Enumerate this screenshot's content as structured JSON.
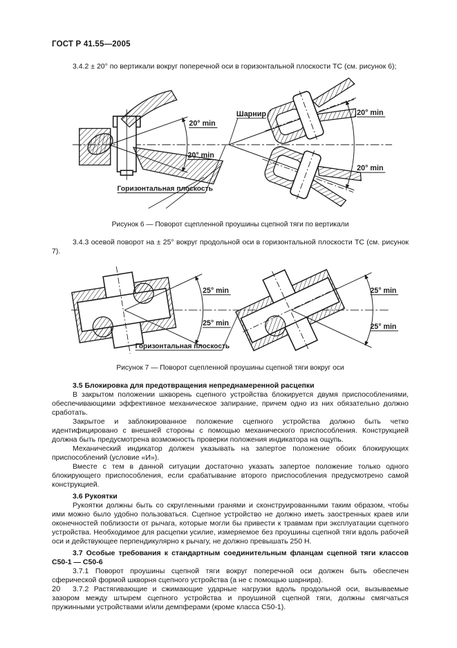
{
  "document": {
    "header": "ГОСТ Р 41.55—2005",
    "page_number": "20",
    "paragraphs": {
      "p_3_4_2": "3.4.2  ± 20° по вертикали вокруг поперечной оси в горизонтальной плоскости ТС (см. рисунок 6);",
      "p_3_4_3": "3.4.3  осевой поворот на ± 25° вокруг продольной оси в горизонтальной плоскости ТС (см. рисунок 7).",
      "h_3_5": "3.5  Блокировка для предотвращения непреднамеренной расцепки",
      "p_3_5_1": "В закрытом положении шкворень сцепного устройства блокируется двумя приспособлениями, обеспечивающими эффективное механическое запирание, причем одно из них обязательно должно сработать.",
      "p_3_5_2": "Закрытое и заблокированное положение сцепного устройства должно быть четко идентифицировано с внешней стороны с помощью механического приспособления. Конструкцией должна быть предусмотрена возможность проверки положения индикатора на ощупь.",
      "p_3_5_3": "Механический индикатор должен указывать на запертое положение обоих блокирующих приспособлений (условие «И»).",
      "p_3_5_4": "Вместе с тем в данной ситуации достаточно указать запертое положение только одного блокирующего приспособления, если срабатывание второго приспособления предусмотрено самой конструкцией.",
      "h_3_6": "3.6  Рукоятки",
      "p_3_6_1": "Рукоятки должны быть со скругленными гранями и сконструированными таким образом, чтобы ими можно было удобно пользоваться. Сцепное устройство не должно иметь заостренных краев или оконечностей поблизости от рычага, которые могли бы привести к травмам при эксплуатации сцепного устройства. Необходимое для расцепки усилие, измеряемое без проушины сцепной тяги вдоль рабочей оси и действующее перпендикулярно к рычагу, не должно превышать 250 Н.",
      "h_3_7": "3.7  Особые требования к стандартным соединительным фланцам сцепной тяги классов С50-1 — С50-6",
      "p_3_7_1": "3.7.1  Поворот проушины сцепной тяги вокруг поперечной оси должен быть обеспечен сферической формой шкворня сцепного устройства (а не с помощью шарнира).",
      "p_3_7_2": "3.7.2  Растягивающие и сжимающие ударные нагрузки вдоль продольной оси, вызываемые зазором между штырем сцепного устройства и проушиной сцепной тяги, должны смягчаться пружинными устройствами и/или демпферами (кроме класса С50-1)."
    },
    "figure6": {
      "caption": "Рисунок 6 — Поворот сцепленной проушины сцепной тяги по вертикали",
      "labels": {
        "angle_upper_left": "20° min",
        "angle_lower_left": "20° min",
        "angle_upper_right": "20° min",
        "angle_lower_right": "20° min",
        "hinge": "Шарнир",
        "horizontal_plane": "Горизонтальная плоскость"
      }
    },
    "figure7": {
      "caption": "Рисунок 7 — Поворот сцепленной проушины сцепной тяги вокруг оси",
      "labels": {
        "angle_upper_left": "25° min",
        "angle_lower_left": "25° min",
        "angle_upper_right": "25° min",
        "angle_lower_right": "25° min",
        "horizontal_plane": "Горизонтальная плоскость"
      }
    }
  }
}
